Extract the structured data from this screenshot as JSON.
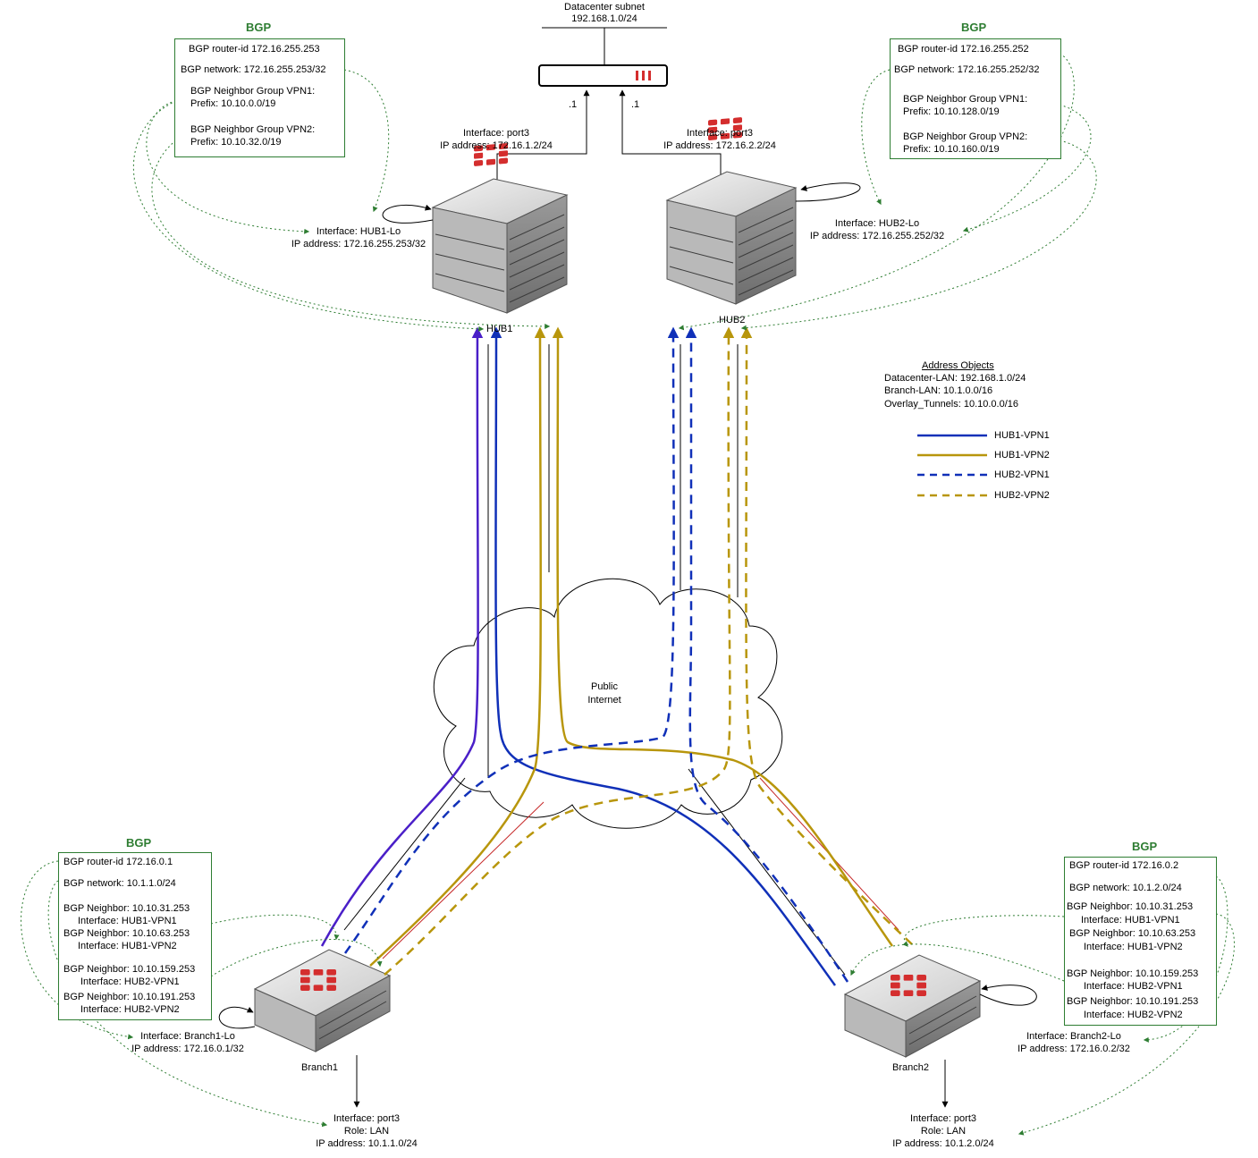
{
  "datacenter": {
    "title": "Datacenter subnet",
    "subnet": "192.168.1.0/24",
    "dot_left": ".1",
    "dot_right": ".1"
  },
  "hub1": {
    "name": "HUB1",
    "port": {
      "interface": "Interface: port3",
      "ip": "IP address: 172.16.1.2/24"
    },
    "loopback": {
      "interface": "Interface: HUB1-Lo",
      "ip": "IP address: 172.16.255.253/32"
    },
    "bgp": {
      "title": "BGP",
      "router_id": "BGP router-id 172.16.255.253",
      "network": "BGP network: 172.16.255.253/32",
      "group1": "BGP Neighbor Group VPN1:",
      "group1_prefix": "Prefix: 10.10.0.0/19",
      "group2": "BGP Neighbor Group VPN2:",
      "group2_prefix": "Prefix: 10.10.32.0/19"
    }
  },
  "hub2": {
    "name": "HUB2",
    "port": {
      "interface": "Interface: port3",
      "ip": "IP address: 172.16.2.2/24"
    },
    "loopback": {
      "interface": "Interface: HUB2-Lo",
      "ip": "IP address: 172.16.255.252/32"
    },
    "bgp": {
      "title": "BGP",
      "router_id": "BGP router-id 172.16.255.252",
      "network": "BGP network: 172.16.255.252/32",
      "group1": "BGP Neighbor Group VPN1:",
      "group1_prefix": "Prefix: 10.10.128.0/19",
      "group2": "BGP Neighbor Group VPN2:",
      "group2_prefix": "Prefix: 10.10.160.0/19"
    }
  },
  "cloud": {
    "line1": "Public",
    "line2": "Internet"
  },
  "address_objects": {
    "title": "Address Objects",
    "items": [
      "Datacenter-LAN: 192.168.1.0/24",
      "Branch-LAN: 10.1.0.0/16",
      "Overlay_Tunnels: 10.10.0.0/16"
    ]
  },
  "legend": {
    "items": [
      {
        "label": "HUB1-VPN1",
        "color": "#1030b8",
        "dashed": false
      },
      {
        "label": "HUB1-VPN2",
        "color": "#b8960c",
        "dashed": false
      },
      {
        "label": "HUB2-VPN1",
        "color": "#1030b8",
        "dashed": true
      },
      {
        "label": "HUB2-VPN2",
        "color": "#b8960c",
        "dashed": true
      }
    ]
  },
  "branch1": {
    "name": "Branch1",
    "loopback": {
      "interface": "Interface: Branch1-Lo",
      "ip": "IP address: 172.16.0.1/32"
    },
    "lan": {
      "interface": "Interface: port3",
      "role": "Role: LAN",
      "ip": "IP address: 10.1.1.0/24"
    },
    "bgp": {
      "title": "BGP",
      "router_id": "BGP router-id 172.16.0.1",
      "network": "BGP network: 10.1.1.0/24",
      "n1": "BGP Neighbor: 10.10.31.253",
      "n1_if": "Interface: HUB1-VPN1",
      "n2": "BGP Neighbor: 10.10.63.253",
      "n2_if": "Interface: HUB1-VPN2",
      "n3": "BGP Neighbor: 10.10.159.253",
      "n3_if": "Interface: HUB2-VPN1",
      "n4": "BGP Neighbor: 10.10.191.253",
      "n4_if": "Interface: HUB2-VPN2"
    }
  },
  "branch2": {
    "name": "Branch2",
    "loopback": {
      "interface": "Interface: Branch2-Lo",
      "ip": "IP address: 172.16.0.2/32"
    },
    "lan": {
      "interface": "Interface: port3",
      "role": "Role: LAN",
      "ip": "IP address: 10.1.2.0/24"
    },
    "bgp": {
      "title": "BGP",
      "router_id": "BGP router-id 172.16.0.2",
      "network": "BGP network: 10.1.2.0/24",
      "n1": "BGP Neighbor: 10.10.31.253",
      "n1_if": "Interface: HUB1-VPN1",
      "n2": "BGP Neighbor: 10.10.63.253",
      "n2_if": "Interface: HUB1-VPN2",
      "n3": "BGP Neighbor: 10.10.159.253",
      "n3_if": "Interface: HUB2-VPN1",
      "n4": "BGP Neighbor: 10.10.191.253",
      "n4_if": "Interface: HUB2-VPN2"
    }
  },
  "colors": {
    "blue": "#1030b8",
    "gold": "#b8960c",
    "bgp_green": "#2e7d32",
    "purple": "#4a1fc8",
    "fortinet_red": "#d42e2e"
  },
  "icons": [
    "fortigate-chassis-icon",
    "fortigate-appliance-icon",
    "switch-icon",
    "cloud-icon"
  ]
}
